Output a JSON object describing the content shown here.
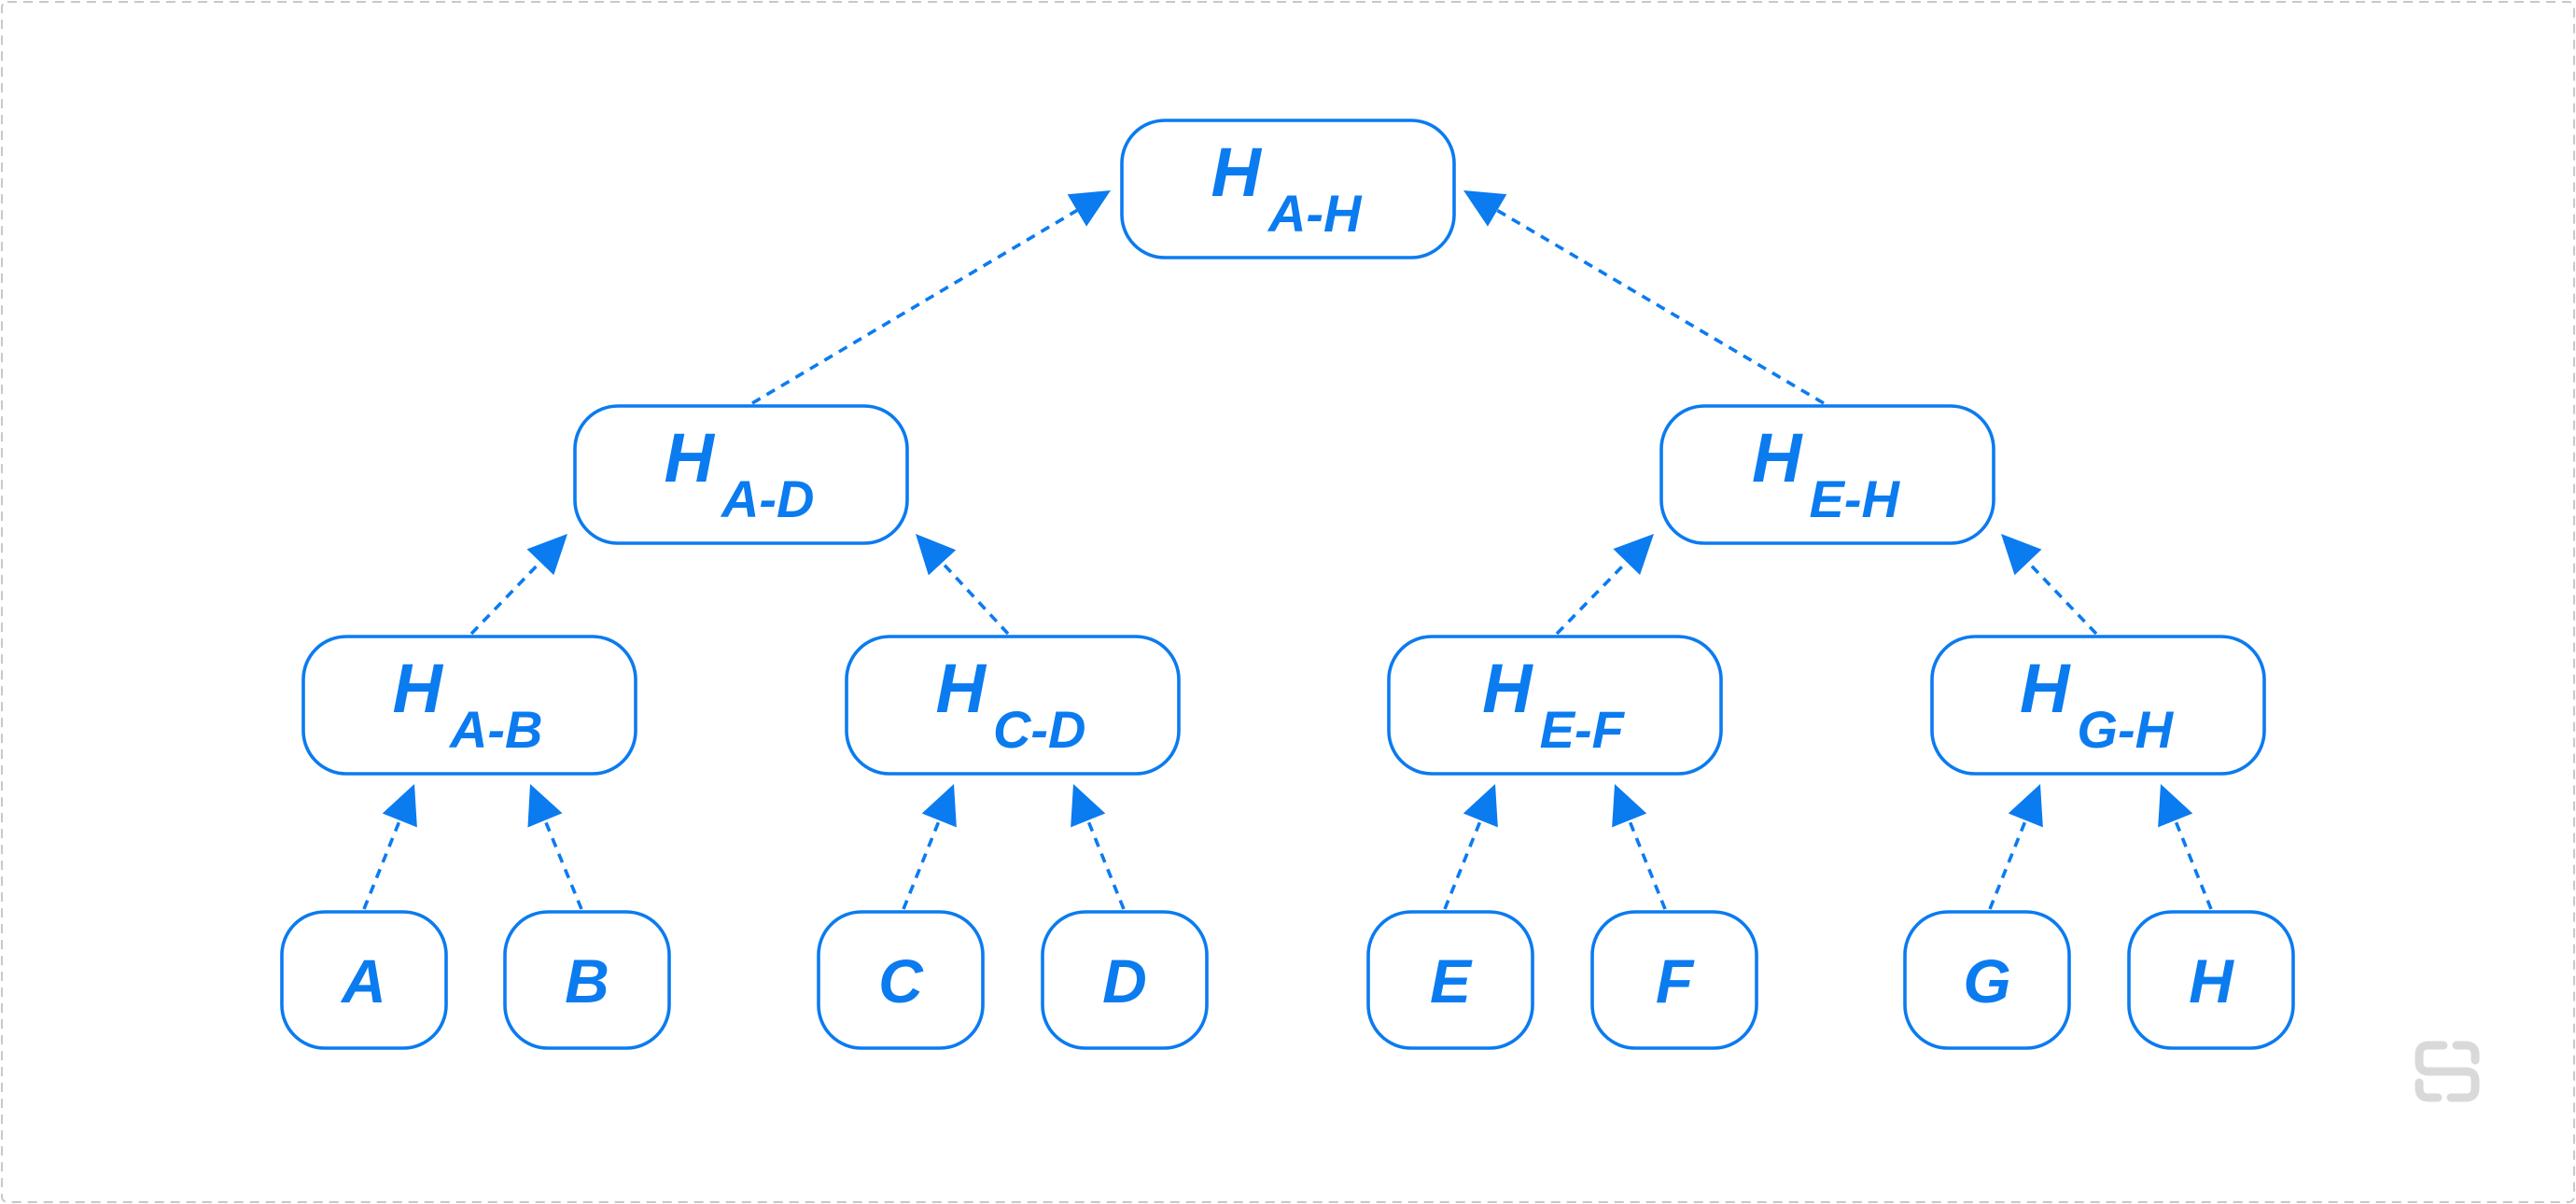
{
  "diagram": {
    "type": "merkle-tree",
    "accent_color": "#0b7bf0",
    "edge_style": "dashed-arrow-child-to-parent",
    "nodes": [
      {
        "id": "HAH",
        "base": "H",
        "sub": "A-H",
        "level": 0
      },
      {
        "id": "HAD",
        "base": "H",
        "sub": "A-D",
        "level": 1
      },
      {
        "id": "HEH",
        "base": "H",
        "sub": "E-H",
        "level": 1
      },
      {
        "id": "HAB",
        "base": "H",
        "sub": "A-B",
        "level": 2
      },
      {
        "id": "HCD",
        "base": "H",
        "sub": "C-D",
        "level": 2
      },
      {
        "id": "HEF",
        "base": "H",
        "sub": "E-F",
        "level": 2
      },
      {
        "id": "HGH",
        "base": "H",
        "sub": "G-H",
        "level": 2
      },
      {
        "id": "A",
        "base": "A",
        "sub": "",
        "level": 3
      },
      {
        "id": "B",
        "base": "B",
        "sub": "",
        "level": 3
      },
      {
        "id": "C",
        "base": "C",
        "sub": "",
        "level": 3
      },
      {
        "id": "D",
        "base": "D",
        "sub": "",
        "level": 3
      },
      {
        "id": "E",
        "base": "E",
        "sub": "",
        "level": 3
      },
      {
        "id": "F",
        "base": "F",
        "sub": "",
        "level": 3
      },
      {
        "id": "G",
        "base": "G",
        "sub": "",
        "level": 3
      },
      {
        "id": "H",
        "base": "H",
        "sub": "",
        "level": 3
      }
    ],
    "edges": [
      {
        "from": "HAD",
        "to": "HAH"
      },
      {
        "from": "HEH",
        "to": "HAH"
      },
      {
        "from": "HAB",
        "to": "HAD"
      },
      {
        "from": "HCD",
        "to": "HAD"
      },
      {
        "from": "HEF",
        "to": "HEH"
      },
      {
        "from": "HGH",
        "to": "HEH"
      },
      {
        "from": "A",
        "to": "HAB"
      },
      {
        "from": "B",
        "to": "HAB"
      },
      {
        "from": "C",
        "to": "HCD"
      },
      {
        "from": "D",
        "to": "HCD"
      },
      {
        "from": "E",
        "to": "HEF"
      },
      {
        "from": "F",
        "to": "HEF"
      },
      {
        "from": "G",
        "to": "HGH"
      },
      {
        "from": "H",
        "to": "HGH"
      }
    ]
  },
  "logo": {
    "icon": "brand-logo-icon",
    "color": "#d9d9d9"
  }
}
